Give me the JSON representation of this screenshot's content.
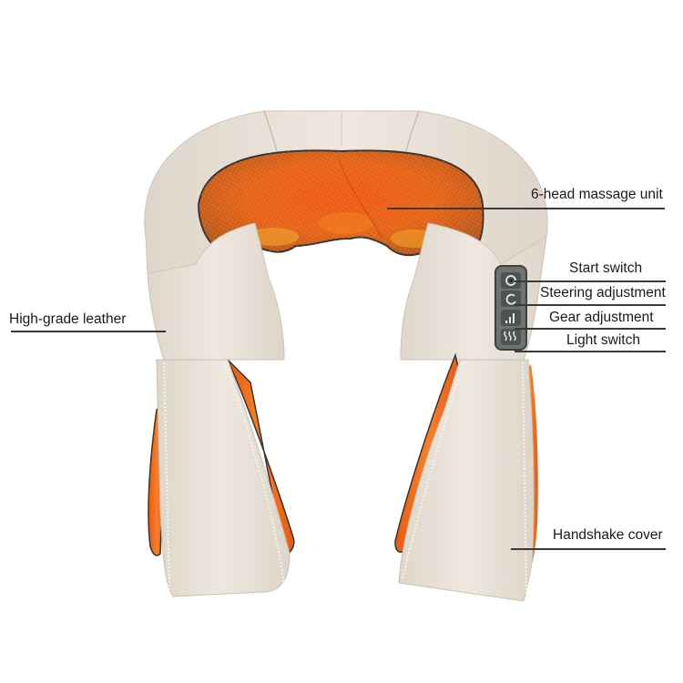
{
  "product": {
    "name": "U-shaped neck and shoulder massager",
    "colors": {
      "leather": "#e9e3da",
      "leather_shade": "#d8d0c4",
      "accent_orange": "#f26a1b",
      "mesh_orange": "#e8651c",
      "mesh_glow": "#f7a72a",
      "panel": "#6e7270",
      "outline": "#3a3430"
    }
  },
  "callouts": [
    {
      "id": "massage-unit",
      "label": "6-head massage unit"
    },
    {
      "id": "start-switch",
      "label": "Start switch"
    },
    {
      "id": "steering",
      "label": "Steering adjustment"
    },
    {
      "id": "gear",
      "label": "Gear adjustment"
    },
    {
      "id": "light",
      "label": "Light switch"
    },
    {
      "id": "leather",
      "label": "High-grade leather"
    },
    {
      "id": "handshake",
      "label": "Handshake cover"
    }
  ],
  "control_panel": {
    "buttons": [
      {
        "icon": "power-icon"
      },
      {
        "icon": "rotate-icon"
      },
      {
        "icon": "signal-bars-icon"
      },
      {
        "icon": "heat-waves-icon"
      }
    ]
  }
}
